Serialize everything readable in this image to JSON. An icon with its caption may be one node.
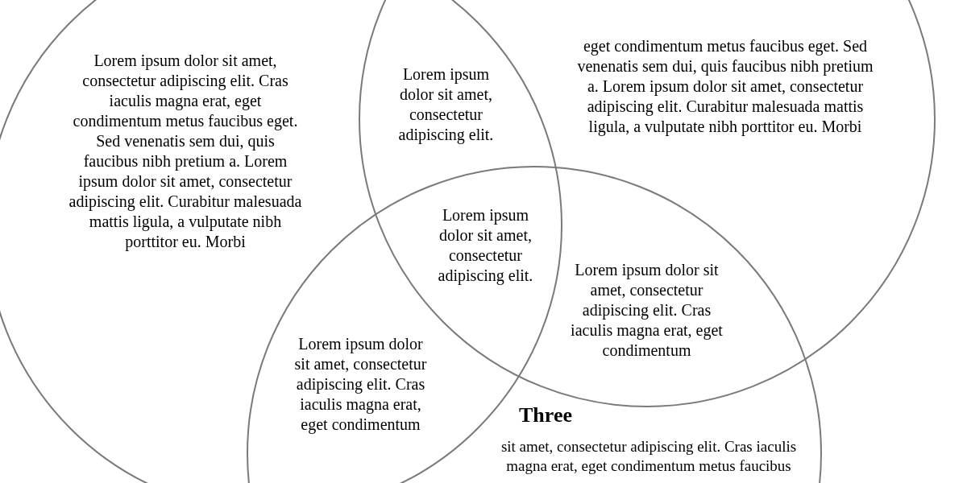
{
  "diagram": {
    "nodes": [
      {
        "text": [
          "Lorem ipsum dolor sit amet, consectetur adipiscing elit. Cras iaculis magna erat, eget condimentum metus faucibus eget. Sed venenatis sem dui, quis faucibus nibh pretium a. Lorem ipsum dolor sit amet, consectetur adipiscing elit. Curabitur malesuada mattis ligula, a vulputate nibh porttitor eu. Morbi"
        ]
      },
      {
        "text": [
          "eget condimentum metus faucibus eget. Sed venenatis sem dui, quis faucibus nibh pretium a. Lorem ipsum dolor sit amet, consectetur adipiscing elit. Curabitur malesuada mattis ligula, a vulputate nibh porttitor eu. Morbi"
        ]
      },
      {
        "text": [
          "Three",
          "sit amet, consectetur adipiscing elit. Cras iaculis magna erat, eget condimentum metus faucibus"
        ]
      }
    ],
    "labels": [
      "Lorem ipsum dolor sit amet, consectetur adipiscing elit.",
      "Lorem ipsum dolor sit amet, consectetur adipiscing elit.",
      "Lorem ipsum dolor sit amet, consectetur adipiscing elit. Cras iaculis magna erat, eget condimentum",
      "Lorem ipsum dolor sit amet, consectetur adipiscing elit. Cras iaculis magna erat, eget condimentum"
    ]
  }
}
